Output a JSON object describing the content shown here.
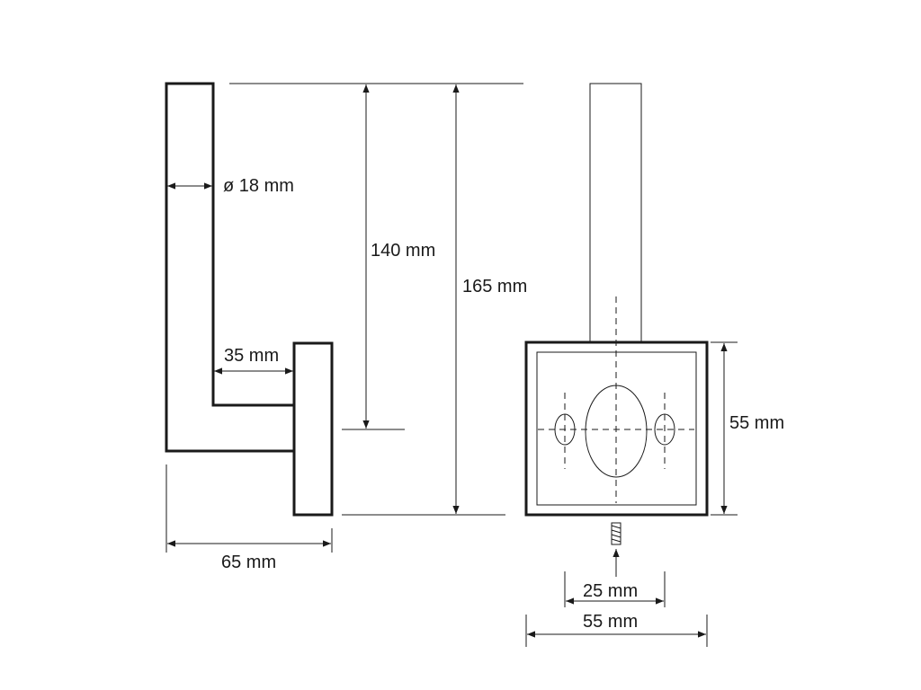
{
  "labels": {
    "diameter": "ø 18 mm",
    "inner_height": "140 mm",
    "total_height": "165 mm",
    "arm_length": "35 mm",
    "depth": "65 mm",
    "plate_height": "55 mm",
    "hole_spacing": "25 mm",
    "plate_width": "55 mm"
  }
}
